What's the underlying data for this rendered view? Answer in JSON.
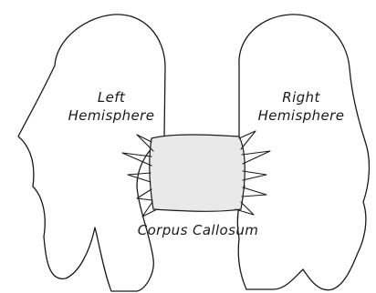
{
  "labels": {
    "left_hemisphere": [
      "Left",
      "Hemisphere"
    ],
    "right_hemisphere": [
      "Right",
      "Hemisphere"
    ],
    "corpus_callosum": "Corpus Callosum"
  },
  "colors": {
    "outline": "#1a1a1a",
    "callosum_fill": "#e9e9e9",
    "background": "#ffffff"
  }
}
